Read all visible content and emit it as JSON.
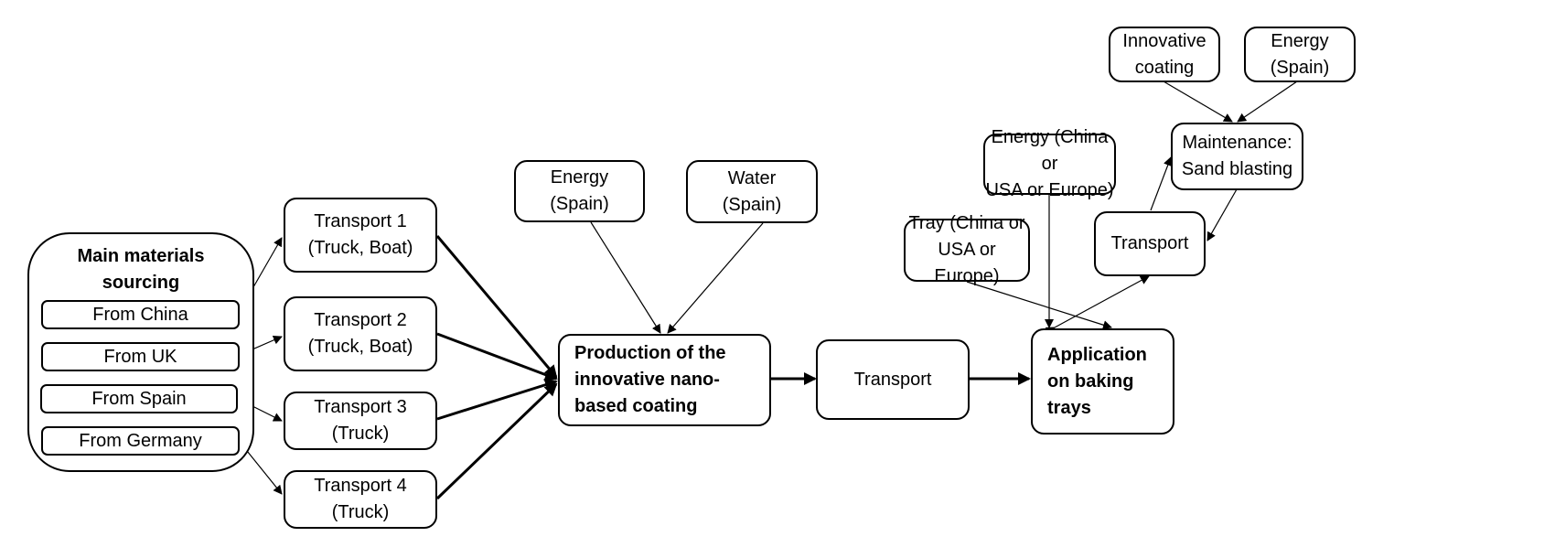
{
  "diagram": {
    "sourcing": {
      "title": "Main materials\nsourcing",
      "origins": [
        "From China",
        "From UK",
        "From Spain",
        "From Germany"
      ]
    },
    "transports": [
      "Transport 1\n(Truck, Boat)",
      "Transport 2\n(Truck, Boat)",
      "Transport 3\n(Truck)",
      "Transport 4\n(Truck)"
    ],
    "production_inputs": [
      "Energy\n(Spain)",
      "Water\n(Spain)"
    ],
    "production": "Production of the\ninnovative nano-\nbased coating",
    "transport_mid": "Transport",
    "application": "Application\non baking\ntrays",
    "application_inputs": [
      "Tray (China or\nUSA or Europe)",
      "Energy (China or\nUSA or Europe)"
    ],
    "transport_maint": "Transport",
    "maintenance": "Maintenance:\nSand blasting",
    "maintenance_inputs": [
      "Innovative\ncoating",
      "Energy\n(Spain)"
    ]
  }
}
